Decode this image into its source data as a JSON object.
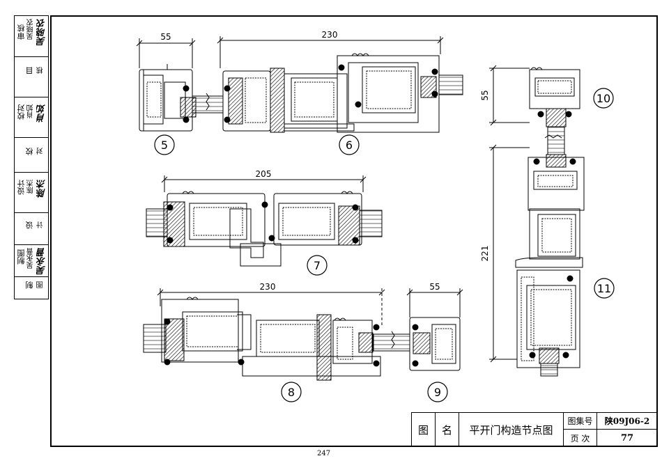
{
  "sidebar": {
    "rows": [
      {
        "role": "审核",
        "name": "吴晓农",
        "sign": "吴晓农"
      },
      {
        "role": "目",
        "name": "核",
        "sign": ""
      },
      {
        "role": "校对",
        "name": "肖如",
        "sign": "肖如"
      },
      {
        "role": "校",
        "name": "对",
        "sign": ""
      },
      {
        "role": "设计",
        "name": "陈杰",
        "sign": "陈杰"
      },
      {
        "role": "设",
        "name": "计",
        "sign": ""
      },
      {
        "role": "制图",
        "name": "吴永晋",
        "sign": "吴永晋"
      },
      {
        "role": "制",
        "name": "图",
        "sign": ""
      }
    ]
  },
  "title_block": {
    "label_tu": "图",
    "label_ming": "名",
    "drawing_title": "平开门构造节点图",
    "atlas_label": "图集号",
    "atlas_value": "陕09J06-2",
    "page_label": "页 次",
    "page_value": "77"
  },
  "dimensions": {
    "d55_a": "55",
    "d230_a": "230",
    "d205": "205",
    "d230_b": "230",
    "d55_b": "55",
    "d55_c": "55",
    "d221": "221"
  },
  "details": [
    "5",
    "6",
    "7",
    "8",
    "9",
    "10",
    "11"
  ],
  "page_number": "247"
}
